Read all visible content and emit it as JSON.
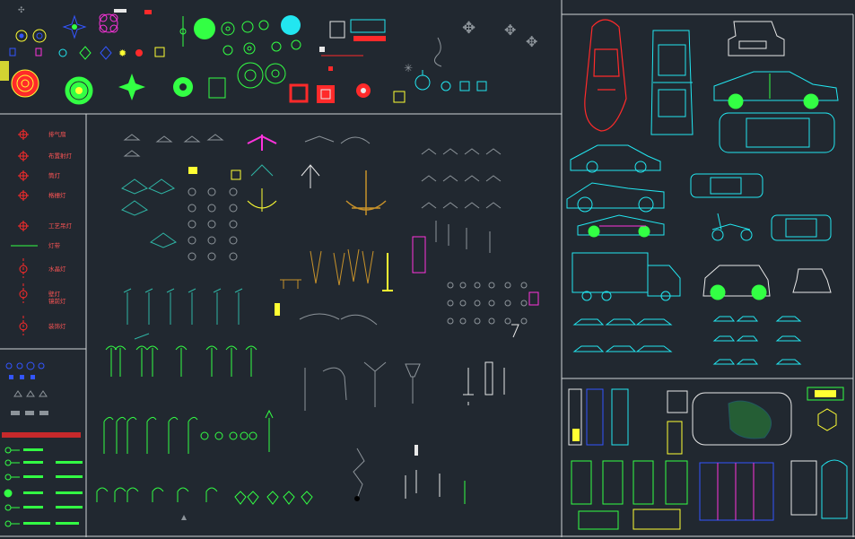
{
  "colors": {
    "background": "#212830",
    "frame": "#cfd3d6",
    "red": "#ff2a2a",
    "yellow": "#ffff33",
    "green": "#33ff44",
    "cyan": "#22e6f0",
    "magenta": "#ff33dd",
    "gold": "#c8922a",
    "gray": "#8d949a",
    "white": "#e8e8e8",
    "blue": "#3355ff",
    "teal": "#2fb5a5",
    "label": "#ff5555"
  },
  "legend_left": {
    "items": [
      {
        "label": "排气扇",
        "icon": "exhaust-fan-icon"
      },
      {
        "label": "布置射灯",
        "icon": "spotlight-icon"
      },
      {
        "label": "筒灯",
        "icon": "downlight-icon"
      },
      {
        "label": "格栅灯",
        "icon": "grille-light-icon"
      },
      {
        "label": "工艺吊灯",
        "icon": "pendant-lamp-icon"
      },
      {
        "label": "灯带",
        "icon": "light-strip-icon"
      },
      {
        "label": "水晶灯",
        "icon": "crystal-lamp-icon"
      },
      {
        "label": "壁灯",
        "icon": "wall-lamp-icon"
      },
      {
        "label": "镜前灯",
        "icon": "mirror-lamp-icon"
      },
      {
        "label": "装饰灯",
        "icon": "decor-lamp-icon"
      }
    ]
  }
}
